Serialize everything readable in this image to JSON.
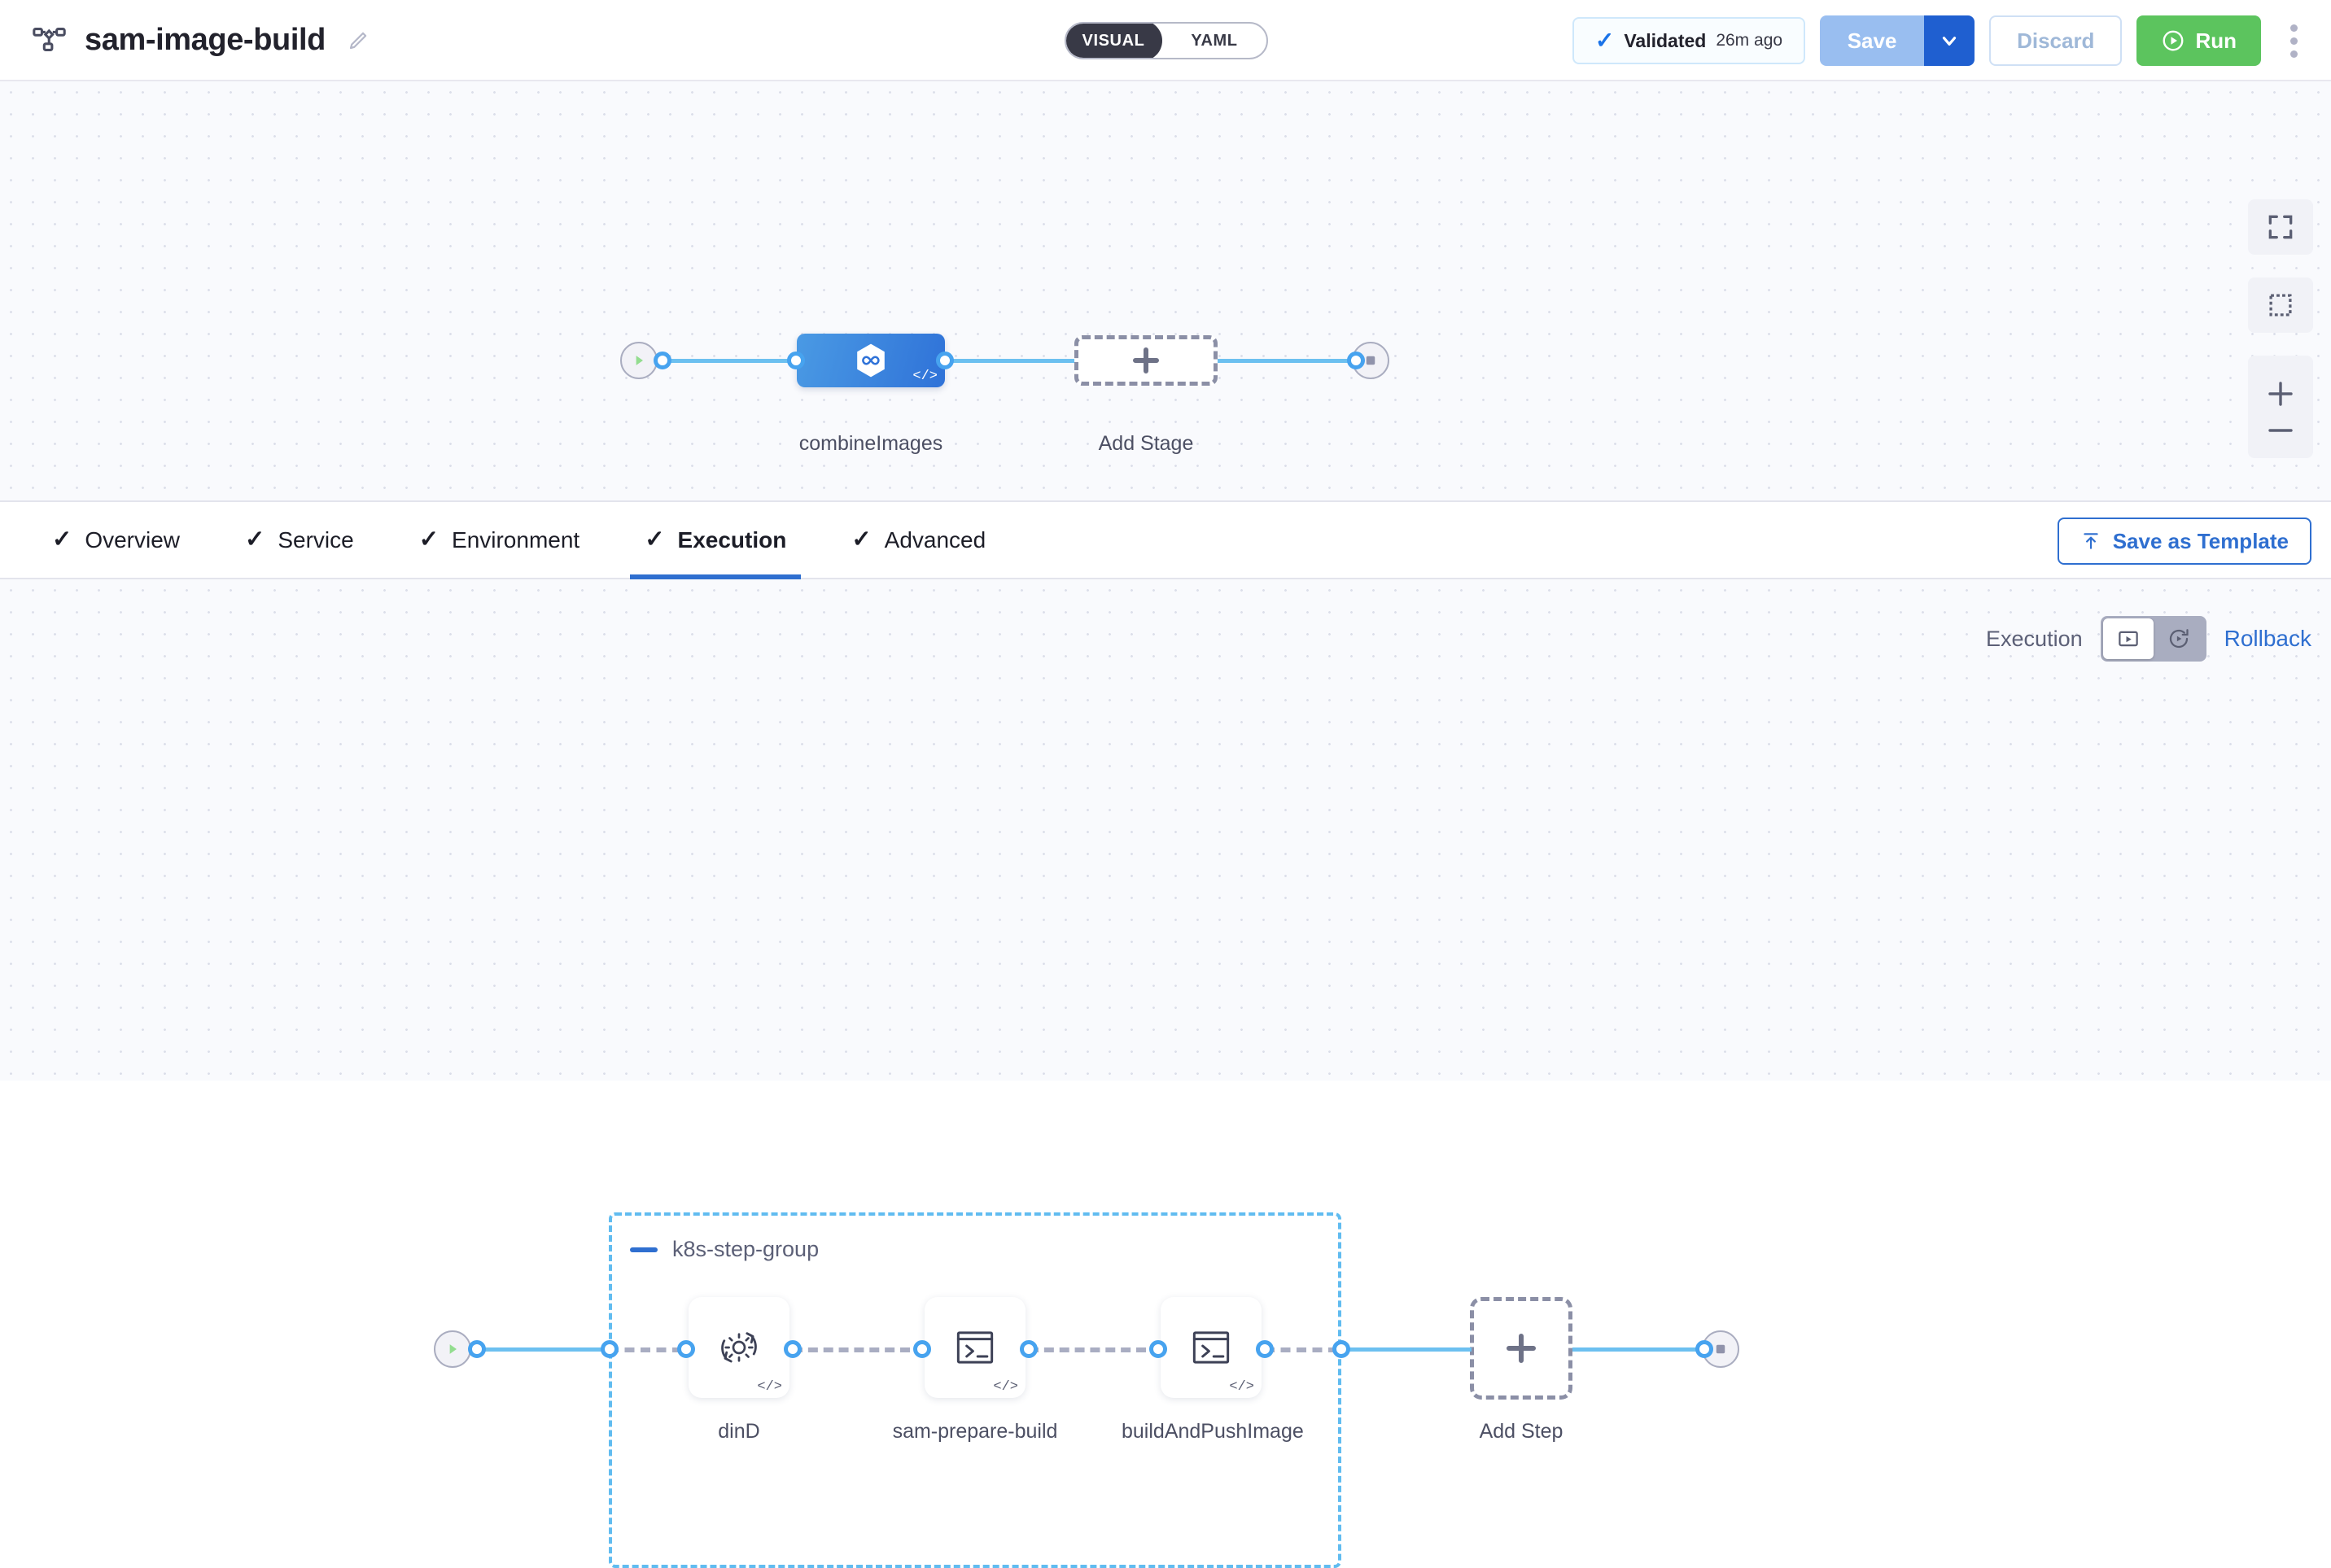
{
  "header": {
    "pipeline_icon": "pipeline-nodes-icon",
    "title": "sam-image-build",
    "edit_icon": "pencil-edit-icon",
    "view_toggle": {
      "visual": "VISUAL",
      "yaml": "YAML",
      "selected": "VISUAL"
    },
    "validated": {
      "check_icon": "check-icon",
      "label": "Validated",
      "time": "26m ago"
    },
    "save": {
      "label": "Save",
      "caret_icon": "chevron-down-icon"
    },
    "discard": {
      "label": "Discard"
    },
    "run": {
      "label": "Run",
      "icon": "play-circle-icon"
    },
    "more_icon": "kebab-menu-icon"
  },
  "canvas_controls": {
    "fit": "fit-to-screen-icon",
    "select": "marquee-select-icon",
    "zoom_in": "zoom-in-icon",
    "zoom_out": "zoom-out-icon"
  },
  "stage_graph": {
    "start_icon": "play-icon",
    "end_icon": "stop-icon",
    "nodes": [
      {
        "label": "combineImages",
        "icon": "infinity-hexagon-icon",
        "badge": "</>",
        "type": "stage"
      }
    ],
    "add_stage": {
      "label": "Add Stage",
      "icon": "plus-icon"
    }
  },
  "tabs": {
    "items": [
      {
        "label": "Overview",
        "check": "✓",
        "active": false
      },
      {
        "label": "Service",
        "check": "✓",
        "active": false
      },
      {
        "label": "Environment",
        "check": "✓",
        "active": false
      },
      {
        "label": "Execution",
        "check": "✓",
        "active": true
      },
      {
        "label": "Advanced",
        "check": "✓",
        "active": false
      }
    ],
    "save_as_template": {
      "label": "Save as Template",
      "icon": "upload-template-icon"
    }
  },
  "execution_panel": {
    "mode_label": "Execution",
    "mode_toggle": {
      "execution_icon": "execution-play-box-icon",
      "rollback_icon": "rollback-circular-arrow-icon",
      "selected": "execution"
    },
    "rollback_link": "Rollback",
    "start_icon": "play-icon",
    "end_icon": "stop-icon",
    "step_group": {
      "title": "k8s-step-group",
      "collapse_icon": "minus-collapse-icon",
      "steps": [
        {
          "label": "dinD",
          "icon": "gear-rotate-icon",
          "badge": "</>"
        },
        {
          "label": "sam-prepare-build",
          "icon": "terminal-shell-icon",
          "badge": "</>"
        },
        {
          "label": "buildAndPushImage",
          "icon": "terminal-shell-icon",
          "badge": "</>"
        }
      ]
    },
    "add_step": {
      "label": "Add Step",
      "icon": "plus-icon"
    }
  },
  "colors": {
    "accent_blue": "#2f6fd0",
    "edge_blue": "#6cc0f0",
    "run_green": "#5cc45e",
    "canvas_bg": "#f9fafd",
    "group_border": "#61bcf0"
  }
}
